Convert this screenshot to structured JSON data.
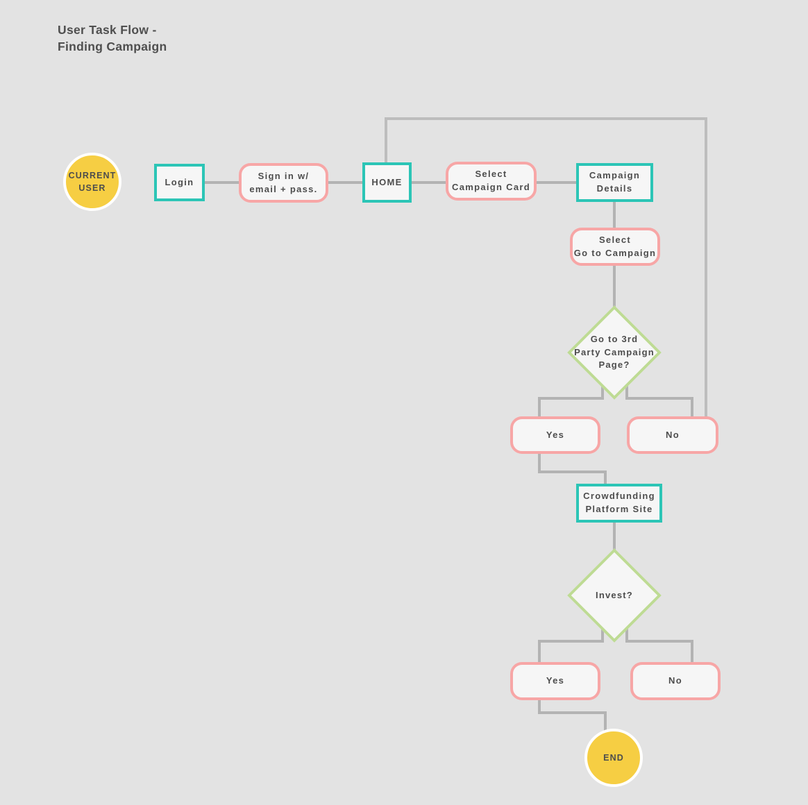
{
  "title": "User Task Flow -\nFinding Campaign",
  "colors": {
    "bg": "#e3e3e3",
    "fill": "#f6f6f6",
    "teal": "#2cc5b6",
    "pink": "#f7a6a6",
    "green": "#bedb94",
    "yellow": "#f6ce43",
    "line": "#b3b3b3",
    "line_loop": "#bdbdbd",
    "text": "#4d4d4d"
  },
  "nodes": {
    "current_user": {
      "label": "CURRENT\nUSER",
      "shape": "circle"
    },
    "login": {
      "label": "Login",
      "shape": "rect-teal"
    },
    "sign_in": {
      "label": "Sign in w/\nemail + pass.",
      "shape": "pill-pink"
    },
    "home": {
      "label": "HOME",
      "shape": "rect-teal"
    },
    "select_campaign_card": {
      "label": "Select\nCampaign Card",
      "shape": "pill-pink"
    },
    "campaign_details": {
      "label": "Campaign\nDetails",
      "shape": "rect-teal"
    },
    "select_go_to_campaign": {
      "label": "Select\nGo to Campaign",
      "shape": "pill-pink"
    },
    "decision_third_party": {
      "label": "Go to 3rd\nParty Campaign\nPage?",
      "shape": "diamond-green"
    },
    "yes_1": {
      "label": "Yes",
      "shape": "pill-pink"
    },
    "no_1": {
      "label": "No",
      "shape": "pill-pink"
    },
    "crowdfunding_platform_site": {
      "label": "Crowdfunding\nPlatform Site",
      "shape": "rect-teal"
    },
    "decision_invest": {
      "label": "Invest?",
      "shape": "diamond-green"
    },
    "yes_2": {
      "label": "Yes",
      "shape": "pill-pink"
    },
    "no_2": {
      "label": "No",
      "shape": "pill-pink"
    },
    "end": {
      "label": "END",
      "shape": "circle"
    }
  },
  "edges": [
    {
      "from": "login",
      "to": "sign_in"
    },
    {
      "from": "sign_in",
      "to": "home"
    },
    {
      "from": "home",
      "to": "select_campaign_card"
    },
    {
      "from": "select_campaign_card",
      "to": "campaign_details"
    },
    {
      "from": "campaign_details",
      "to": "select_go_to_campaign"
    },
    {
      "from": "select_go_to_campaign",
      "to": "decision_third_party"
    },
    {
      "from": "decision_third_party",
      "to": "yes_1"
    },
    {
      "from": "decision_third_party",
      "to": "no_1"
    },
    {
      "from": "no_1",
      "to": "home",
      "note": "loop back"
    },
    {
      "from": "yes_1",
      "to": "crowdfunding_platform_site"
    },
    {
      "from": "crowdfunding_platform_site",
      "to": "decision_invest"
    },
    {
      "from": "decision_invest",
      "to": "yes_2"
    },
    {
      "from": "decision_invest",
      "to": "no_2"
    },
    {
      "from": "yes_2",
      "to": "end"
    }
  ]
}
